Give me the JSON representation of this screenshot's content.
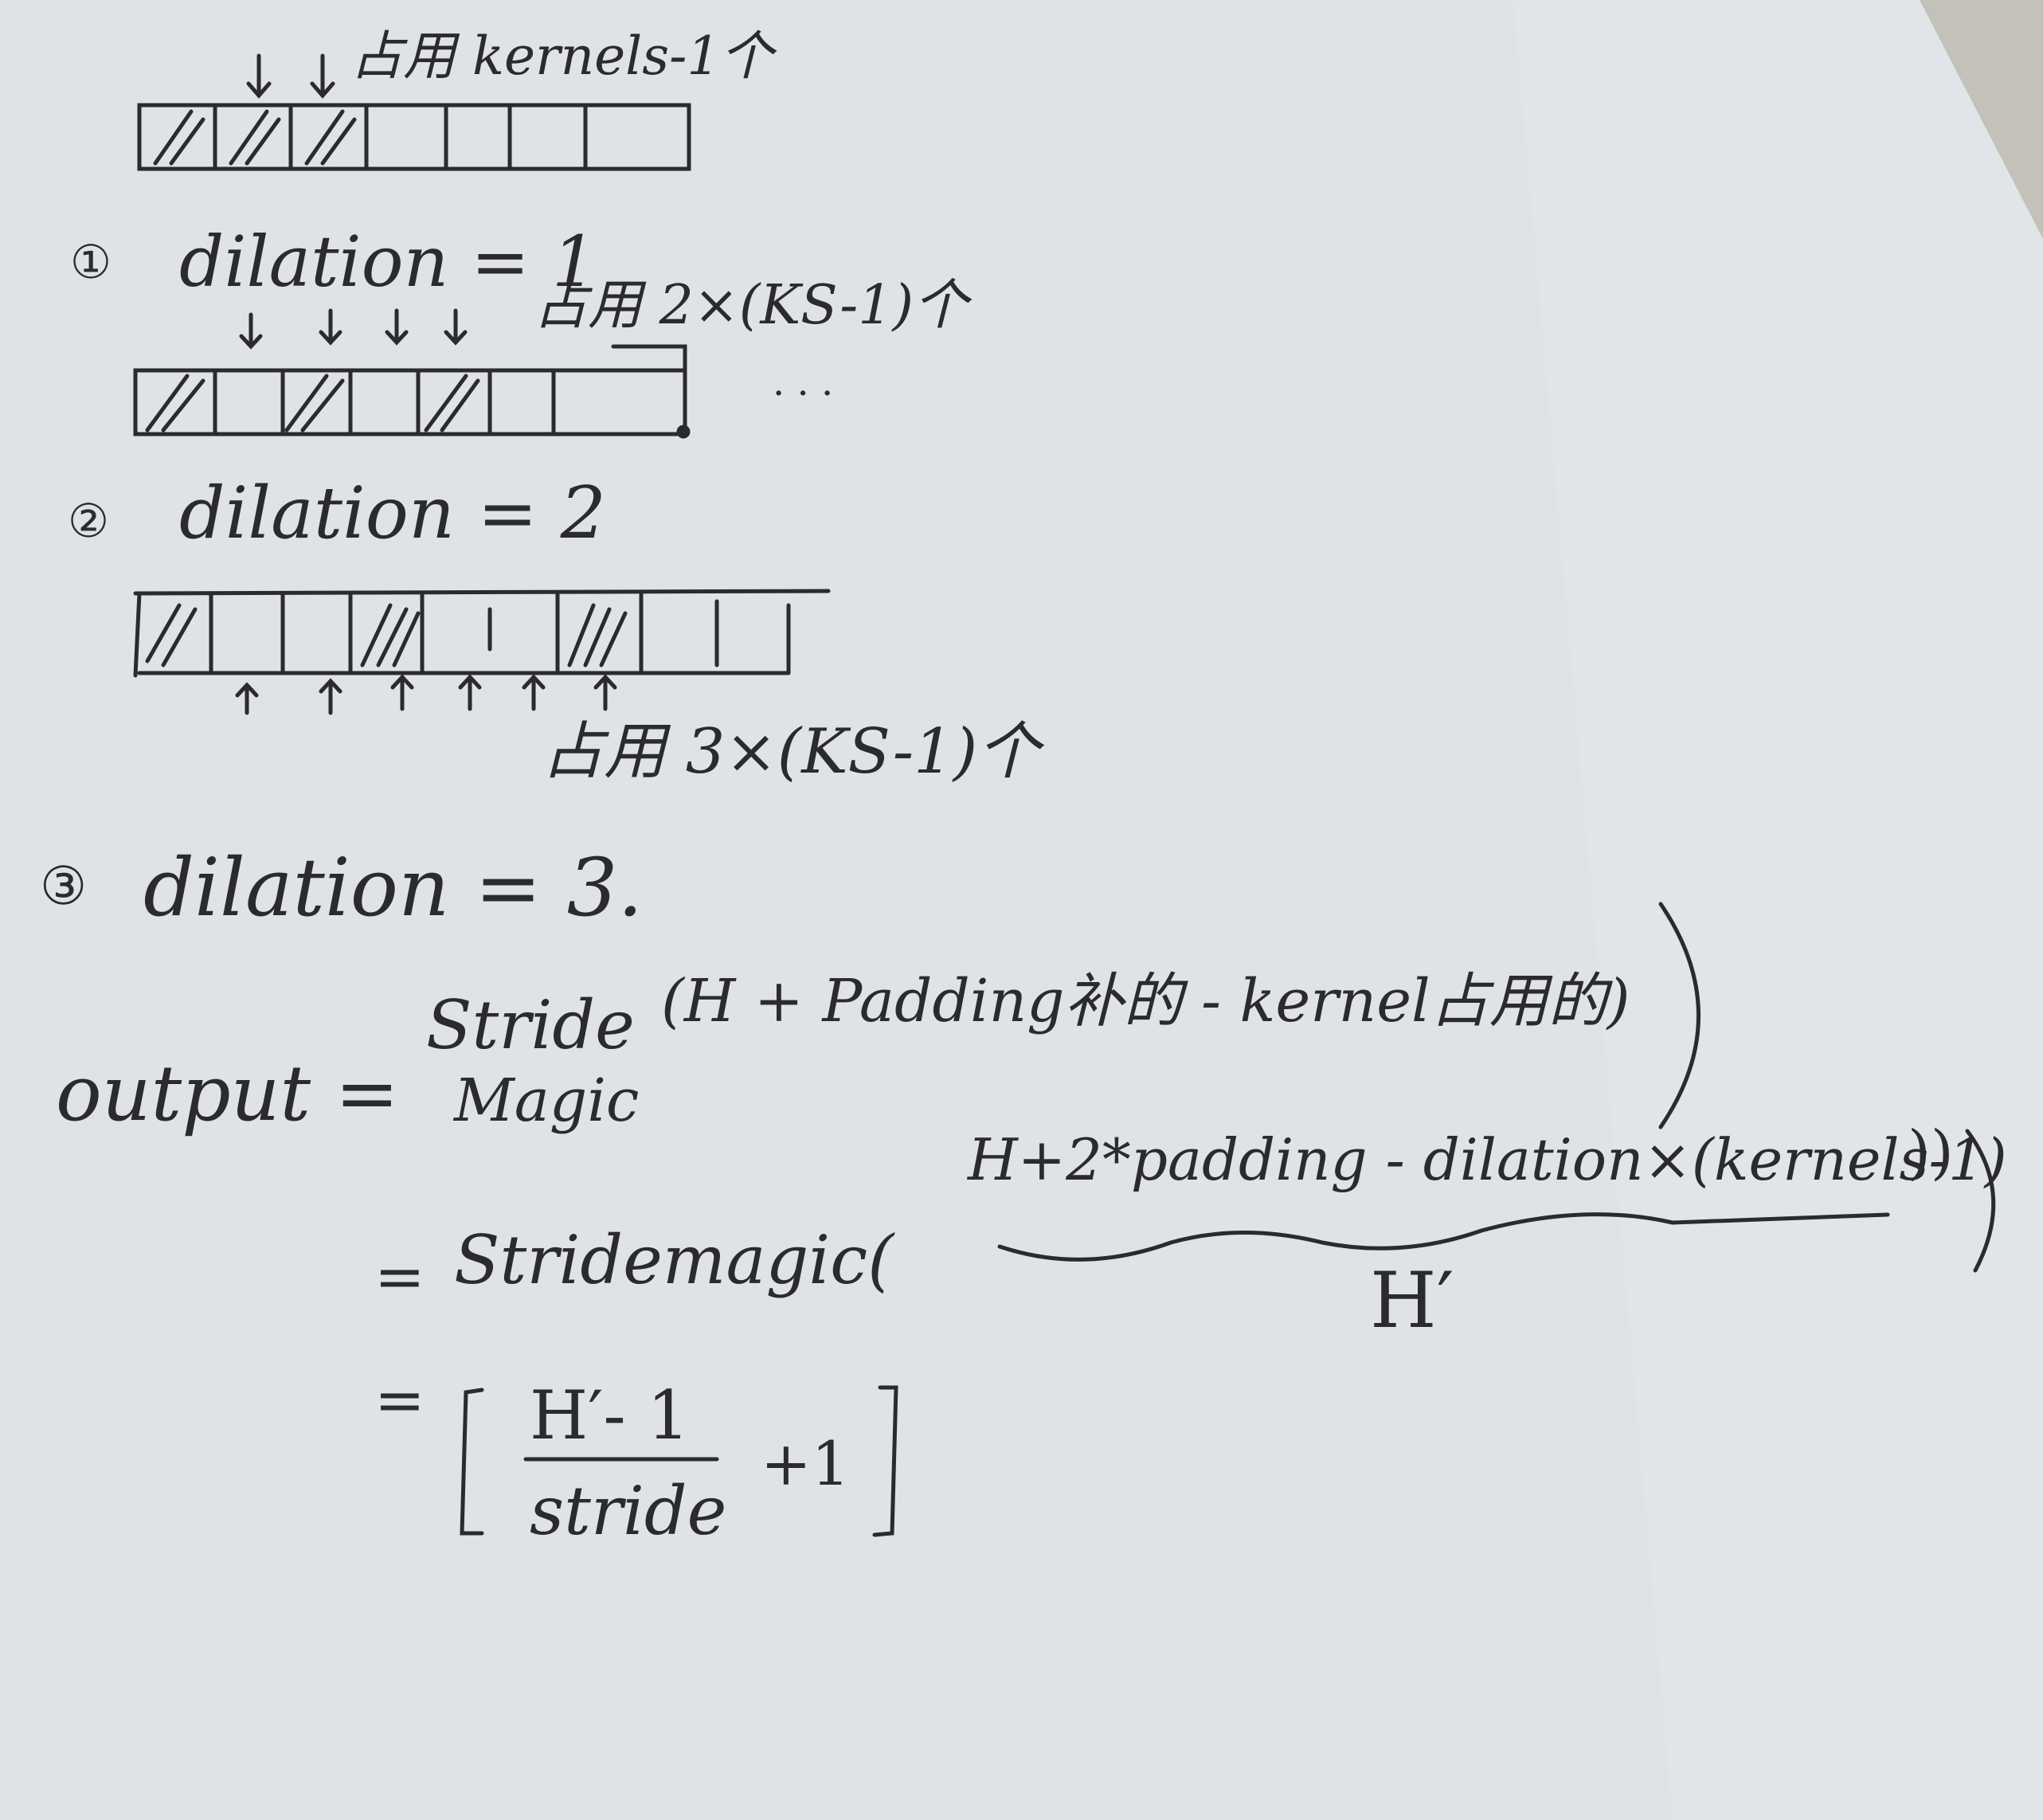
{
  "colors": {
    "ink": "#2b2a2e",
    "paper": "#dfe2e7",
    "desk": "#c4c1b8"
  },
  "notes": {
    "top_label": "占用 kernels-1个",
    "case1": {
      "marker": "①",
      "label": "dilation = 1",
      "note": "占用 2×(KS-1)个",
      "ellipsis": "· · ·"
    },
    "case2": {
      "marker": "②",
      "label": "dilation = 2",
      "note": "占用 3×(KS-1)个"
    },
    "case3": {
      "marker": "③",
      "label": "dilation = 3."
    }
  },
  "formula": {
    "output_label": "output =",
    "stride_word": "Stride",
    "magic_word": "Magic",
    "line1_body": "(H + Padding补的 - kernel占用的)",
    "eq2": "=",
    "stridemagic": "Stridemagic(",
    "inner_expr": "H+2*padding - dilation×(kernels-1)",
    "close_paren": "))",
    "h_prime": "H′",
    "eq3": "=",
    "numerator": "H′- 1",
    "denominator": "stride",
    "plus_one": "+1"
  }
}
